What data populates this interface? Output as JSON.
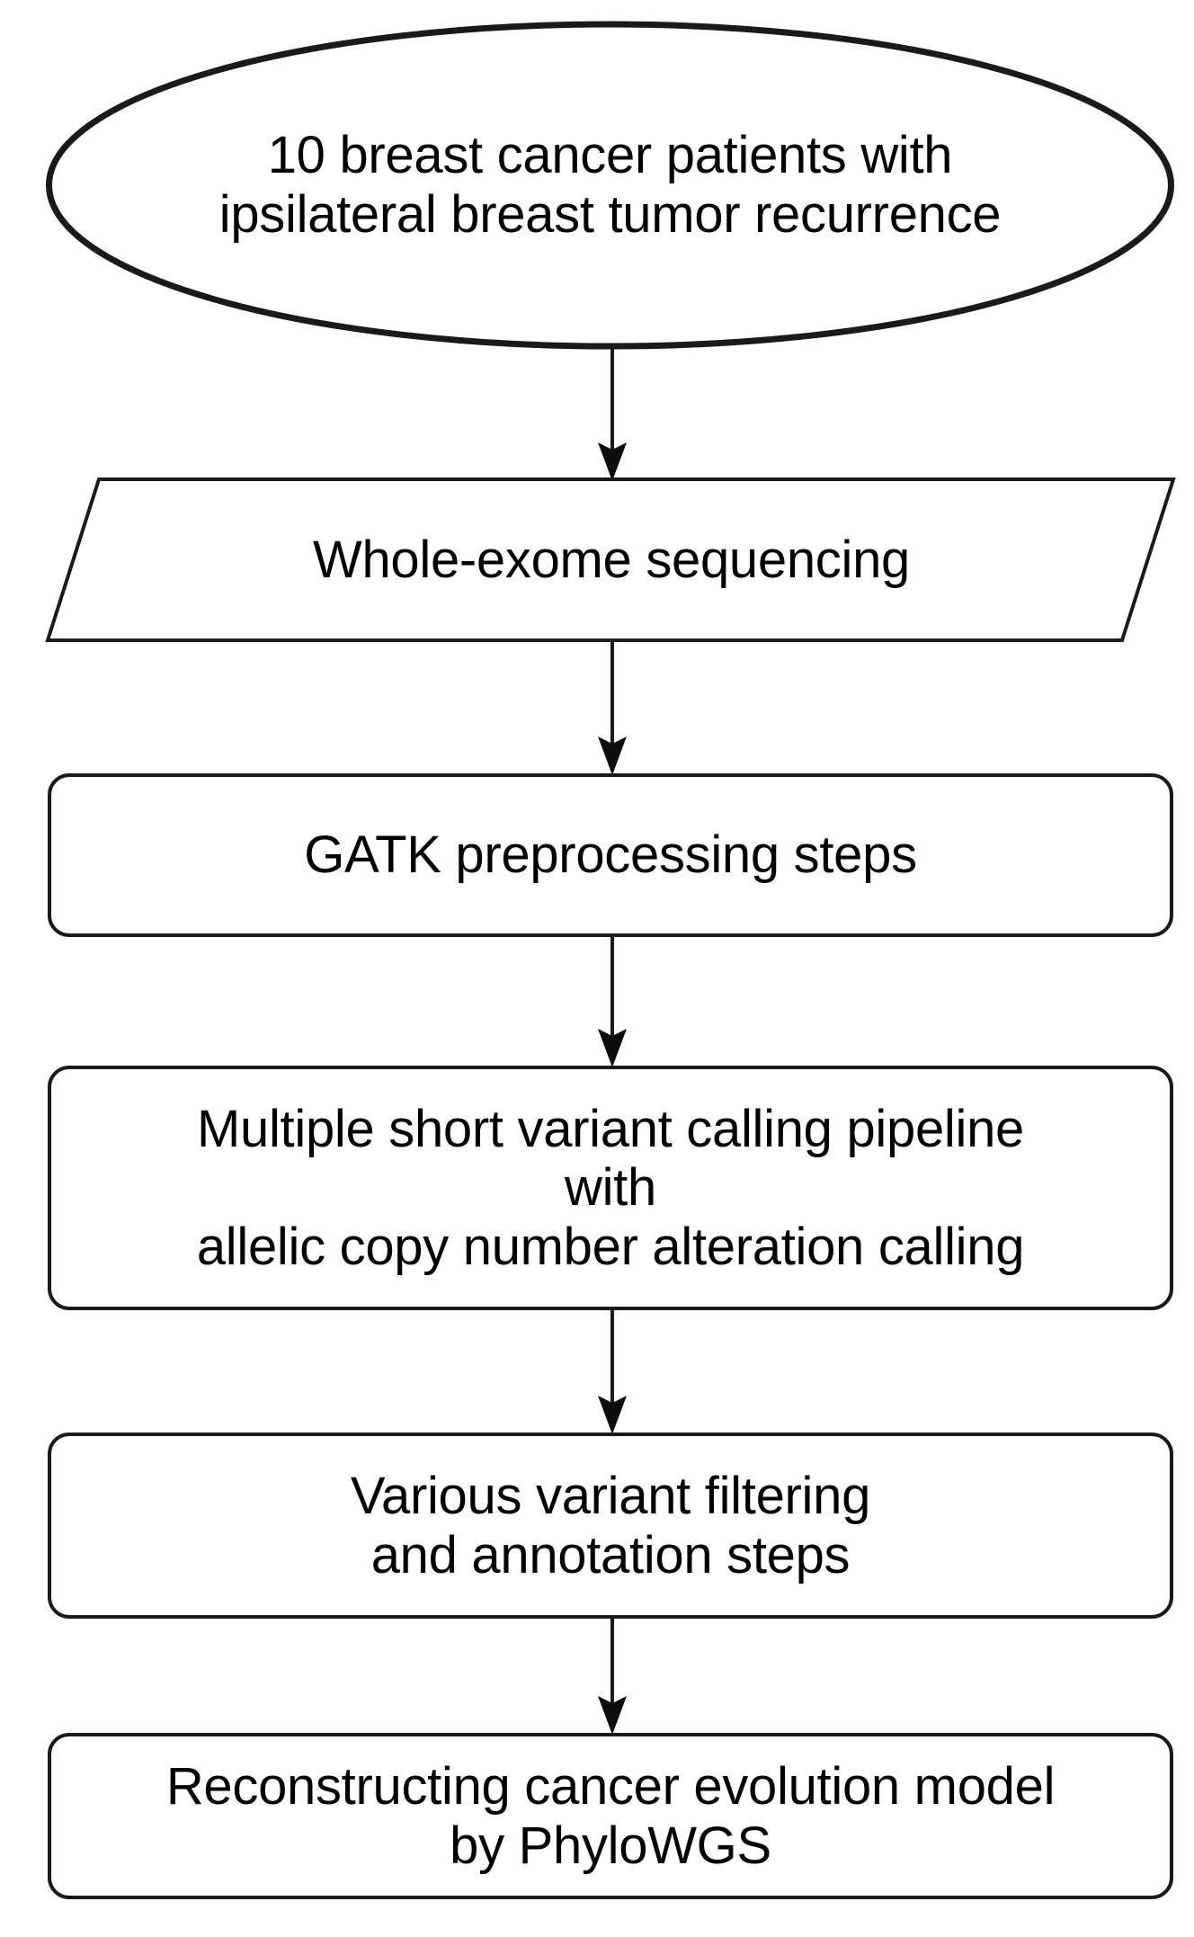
{
  "diagram": {
    "type": "flowchart",
    "orientation": "top-to-bottom",
    "background_color": "#ffffff",
    "stroke_color": "#1a1a1a",
    "text_color": "#000000",
    "nodes": [
      {
        "id": "patients",
        "shape": "ellipse",
        "name": "start-node-patients",
        "lines": [
          "10 breast cancer patients with",
          "ipsilateral breast tumor recurrence"
        ]
      },
      {
        "id": "wes",
        "shape": "parallelogram",
        "name": "io-node-whole-exome-sequencing",
        "lines": [
          "Whole-exome sequencing"
        ]
      },
      {
        "id": "gatk",
        "shape": "rounded-rect",
        "name": "process-node-gatk-preprocessing",
        "lines": [
          "GATK preprocessing steps"
        ]
      },
      {
        "id": "variant-calling",
        "shape": "rounded-rect",
        "name": "process-node-variant-calling",
        "lines": [
          "Multiple short variant calling pipeline",
          "with",
          "allelic copy number alteration calling"
        ]
      },
      {
        "id": "filtering",
        "shape": "rounded-rect",
        "name": "process-node-variant-filtering",
        "lines": [
          "Various variant filtering",
          "and annotation steps"
        ]
      },
      {
        "id": "phylowgs",
        "shape": "rounded-rect",
        "name": "process-node-reconstruct-evolution",
        "lines": [
          "Reconstructing cancer evolution model",
          "by PhyloWGS"
        ]
      }
    ],
    "edges": [
      {
        "from": "patients",
        "to": "wes",
        "name": "arrow-patients-to-wes"
      },
      {
        "from": "wes",
        "to": "gatk",
        "name": "arrow-wes-to-gatk"
      },
      {
        "from": "gatk",
        "to": "variant-calling",
        "name": "arrow-gatk-to-variant-calling"
      },
      {
        "from": "variant-calling",
        "to": "filtering",
        "name": "arrow-variant-calling-to-filtering"
      },
      {
        "from": "filtering",
        "to": "phylowgs",
        "name": "arrow-filtering-to-phylowgs"
      }
    ]
  }
}
